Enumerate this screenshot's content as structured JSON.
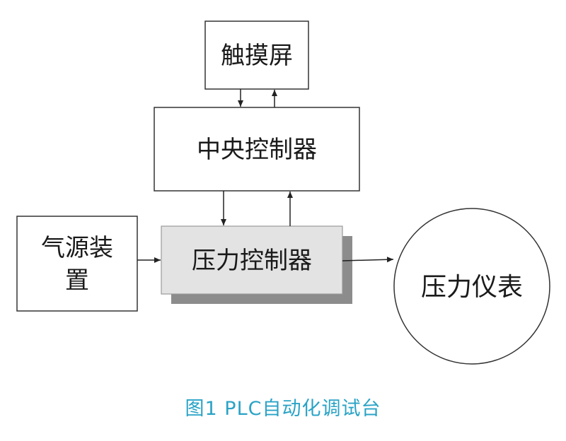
{
  "nodes": {
    "touchscreen": "触摸屏",
    "central_controller": "中央控制器",
    "air_source_line1": "气源装",
    "air_source_line2": "置",
    "pressure_controller": "压力控制器",
    "pressure_gauge": "压力仪表"
  },
  "caption": "图1 PLC自动化调试台",
  "colors": {
    "caption": "#2aa3c6",
    "pressure_controller_fill": "#e3e3e3",
    "shadow": "#8c8c8c",
    "stroke": "#333333"
  }
}
